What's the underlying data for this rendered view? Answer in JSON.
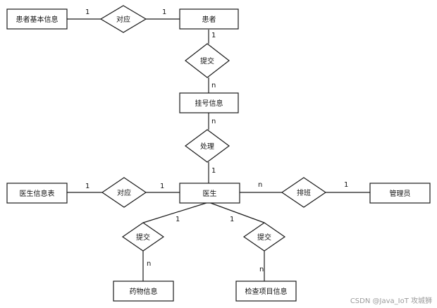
{
  "entities": {
    "patient_basic_info": "患者基本信息",
    "patient": "患者",
    "registration_info": "挂号信息",
    "doctor_info_table": "医生信息表",
    "doctor": "医生",
    "administrator": "管理员",
    "medicine_info": "药物信息",
    "exam_item_info": "检查项目信息"
  },
  "relationships": {
    "correspond_patient": "对应",
    "submit_registration": "提交",
    "process": "处理",
    "correspond_doctor": "对应",
    "schedule": "排班",
    "submit_medicine": "提交",
    "submit_exam": "提交"
  },
  "cardinalities": {
    "patient_basic_info_side": "1",
    "patient_side_top": "1",
    "patient_side_submit": "1",
    "registration_side_submit": "n",
    "registration_side_process": "n",
    "doctor_side_process": "1",
    "doctor_info_side": "1",
    "doctor_side_correspond": "1",
    "doctor_side_schedule": "n",
    "admin_side_schedule": "1",
    "doctor_side_medicine": "1",
    "doctor_side_exam": "1",
    "medicine_side": "n",
    "exam_side": "n"
  },
  "watermark": "CSDN @Java_IoT 攻城狮"
}
